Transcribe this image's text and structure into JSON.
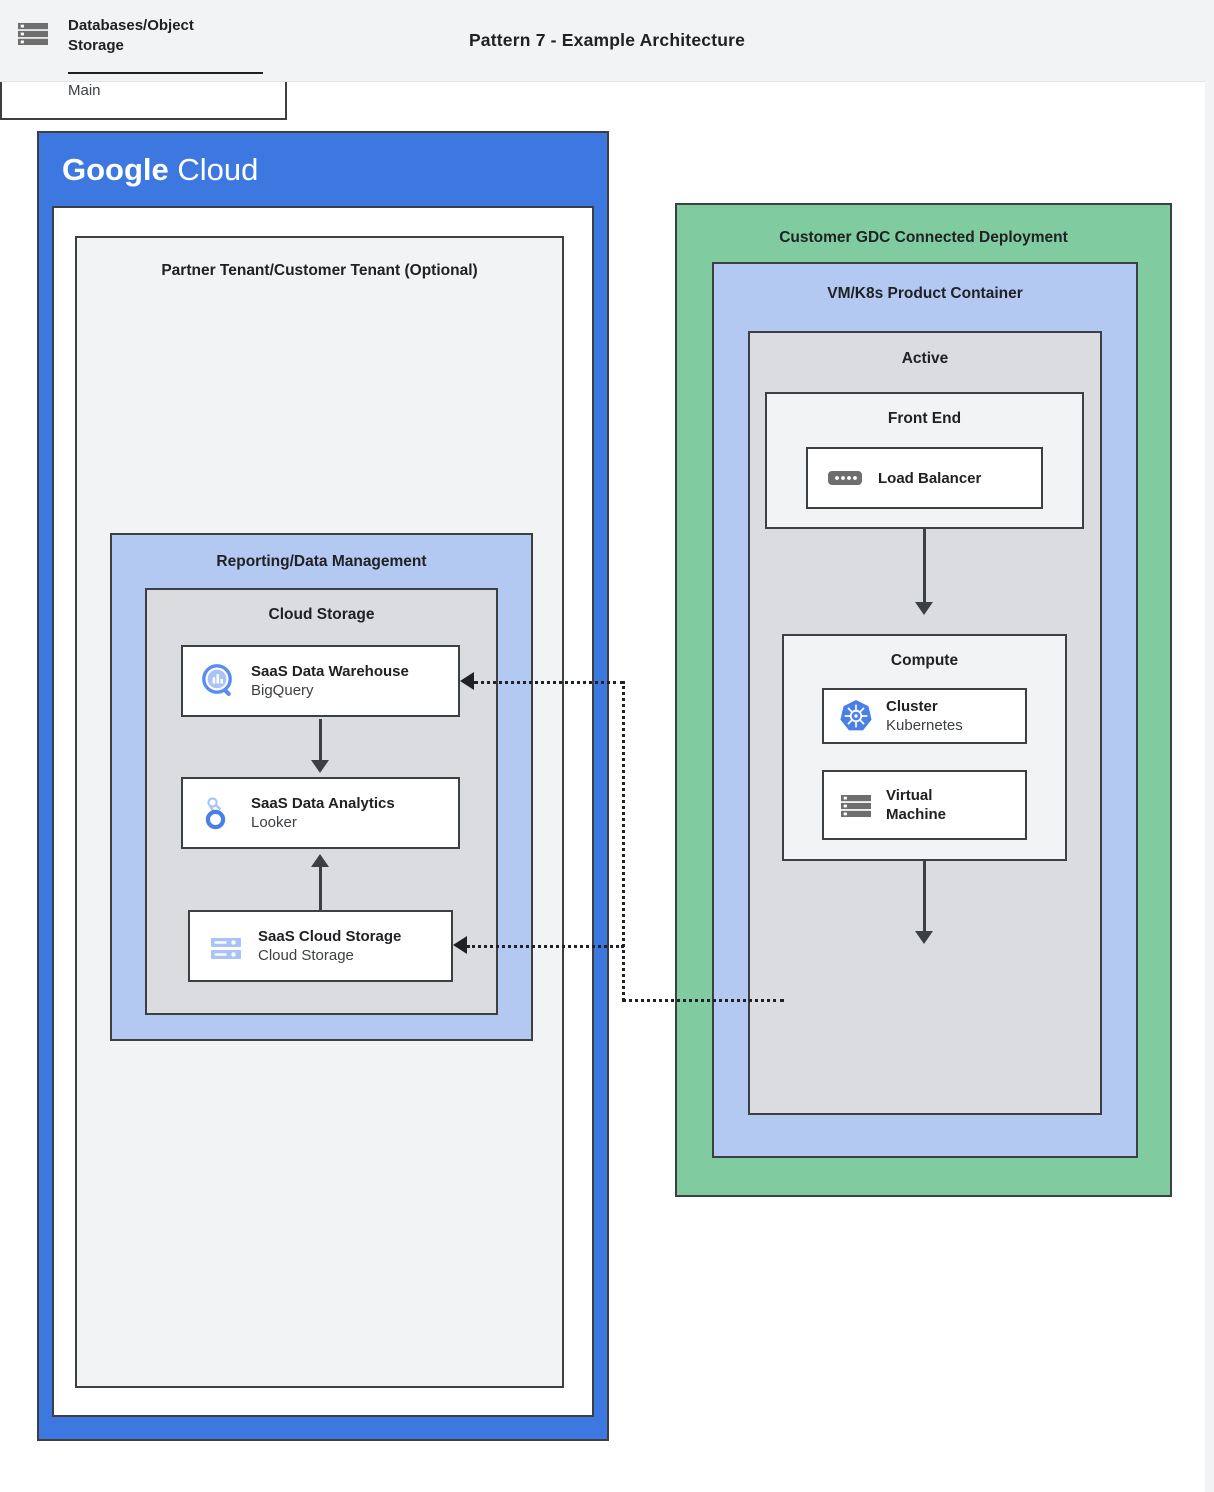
{
  "header": {
    "title": "Pattern 7 - Example Architecture"
  },
  "google_cloud": {
    "logo_bold": "Google",
    "logo_light": "Cloud",
    "brand_color": "#3c78e0",
    "tenant": {
      "title": "Partner Tenant/Customer Tenant (Optional)"
    },
    "reporting": {
      "title": "Reporting/Data Management",
      "accent_color": "#b4c9f2",
      "cloud_storage_group": {
        "title": "Cloud Storage",
        "accent_color": "#dadce0",
        "services": [
          {
            "icon": "bigquery-icon",
            "name": "SaaS Data Warehouse",
            "product": "BigQuery"
          },
          {
            "icon": "looker-icon",
            "name": "SaaS Data Analytics",
            "product": "Looker"
          },
          {
            "icon": "cloud-storage-icon",
            "name": "SaaS Cloud Storage",
            "product": "Cloud Storage"
          }
        ]
      }
    }
  },
  "gdc": {
    "title": "Customer GDC Connected Deployment",
    "accent_color": "#80cb9f",
    "product_container": {
      "title": "VM/K8s Product Container",
      "accent_color": "#b4c9f2",
      "active": {
        "title": "Active",
        "accent_color": "#dadce0",
        "front_end": {
          "title": "Front End",
          "services": [
            {
              "icon": "load-balancer-icon",
              "name": "Load Balancer"
            }
          ]
        },
        "compute": {
          "title": "Compute",
          "services": [
            {
              "icon": "kubernetes-icon",
              "name": "Cluster",
              "product": "Kubernetes"
            },
            {
              "icon": "virtual-machine-icon",
              "name": "Virtual",
              "name2": "Machine"
            }
          ]
        },
        "database": {
          "icon": "database-storage-icon",
          "name": "Databases/Object",
          "name2": "Storage",
          "instance": "Main"
        }
      }
    }
  }
}
